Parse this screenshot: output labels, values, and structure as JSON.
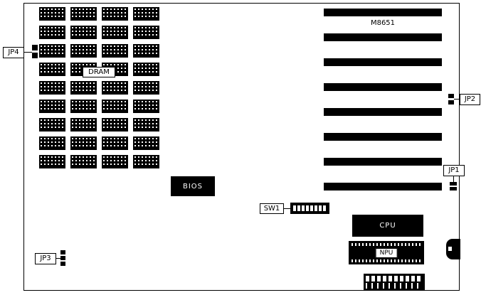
{
  "colors": {
    "silkscreen": "#000000",
    "background": "#ffffff",
    "chip": "#000000"
  },
  "labels": {
    "dram": "DRAM",
    "slot_model": "M8651",
    "bios": "BIOS",
    "sw1": "SW1",
    "cpu": "CPU",
    "npu": "NPU",
    "jp1": "JP1",
    "jp2": "JP2",
    "jp3": "JP3",
    "jp4": "JP4"
  }
}
